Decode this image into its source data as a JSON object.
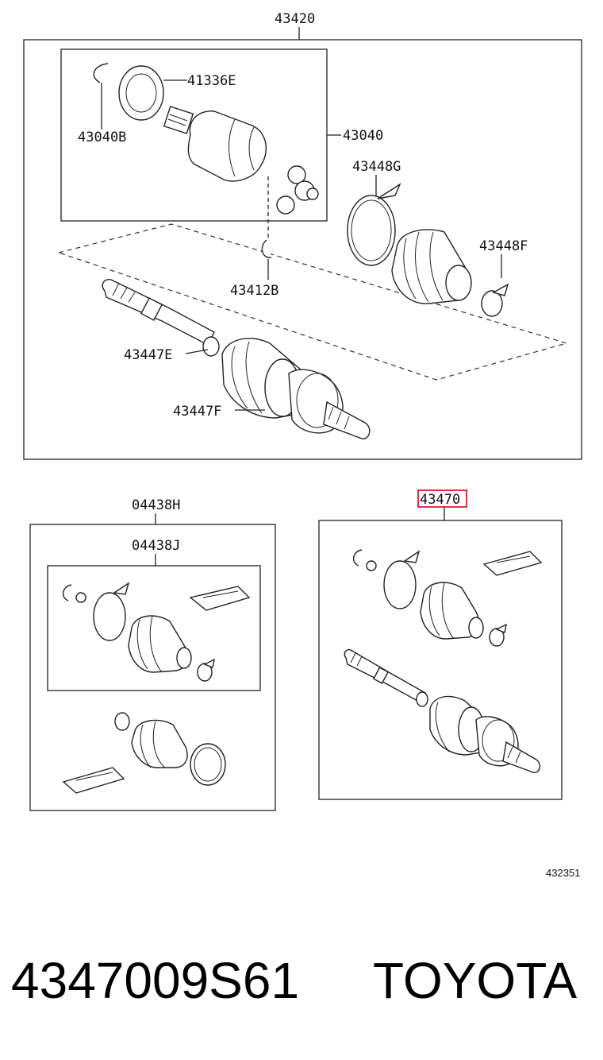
{
  "labels": {
    "assy_top": "43420",
    "seal": "41336E",
    "snap_ring_inner": "43040B",
    "inboard_joint": "43040",
    "clamp_large": "43448G",
    "clamp_small": "43448F",
    "snap_ring": "43412B",
    "boot_clamp_e": "43447E",
    "boot_clamp_f": "43447F",
    "kit_outer": "04438H",
    "kit_inner": "04438J",
    "assy_highlight": "43470"
  },
  "diagram_code": "432351",
  "part_number": "4347009S61",
  "brand": "TOYOTA",
  "colors": {
    "highlight": "#d0021b",
    "line": "#222222"
  }
}
